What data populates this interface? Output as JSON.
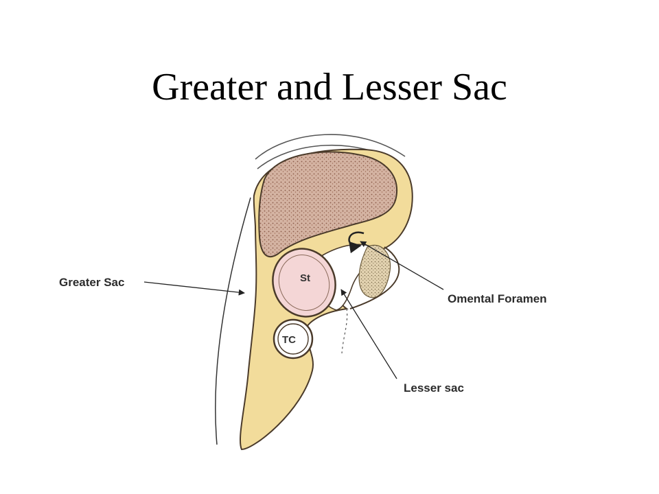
{
  "slide": {
    "title": "Greater and Lesser Sac"
  },
  "labels": {
    "greater_sac": "Greater Sac",
    "omental_foramen": "Omental Foramen",
    "lesser_sac": "Lesser sac"
  },
  "organs": {
    "stomach": "St",
    "transverse_colon": "TC"
  },
  "colors": {
    "peritoneum": "#f2dc9b",
    "liver": "#c9a693",
    "stomach": "#f4d6d6",
    "outline": "#4a3a2a"
  }
}
